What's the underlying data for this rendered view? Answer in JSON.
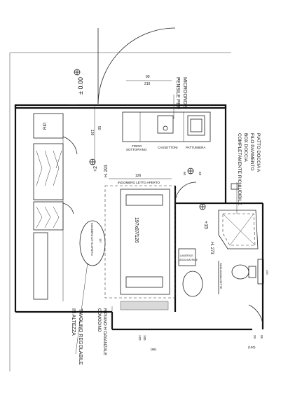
{
  "labels": {
    "level_main": "± 0.00",
    "pensile": "PENSILE PER",
    "microonde": "MICROONDE",
    "dim_90": "90",
    "dim_210": "210",
    "dim_130": "130",
    "dim_50": "50",
    "frigo": "FRIGO",
    "sottopiano": "SOTTOPIANO",
    "cassettoni": "CASSETTONI",
    "pattumiera": "PATTUMIERA",
    "rip": "RIP.",
    "h293": "H. 293",
    "plus2": "+2",
    "ingombro": "INGOMBRO LETTO APERTO",
    "dim_126": "126",
    "dim_60": "60",
    "dim_68": "68",
    "plus15": "+15",
    "bed": "197x87/126",
    "ingombro2": "INGOMBRO LETTO APERTO",
    "dim_187": "187",
    "h273": "H. 273",
    "lavatrice": "LAVATRICE",
    "asciugatrice": "ASCIUGATRICE",
    "piatto": "PIATTO DOCCIA A",
    "filo": "FILO PAVIMENTO",
    "box": "BOX DOCCIA",
    "richiudibile": "COMPLETAMENTE RICHIUDIBILE",
    "scaldasalviette": "SCALDASALVIETTE",
    "tavolino": "TAVOLINO REGOLABILE",
    "altezza": "IN ALTEZZA",
    "ripiano": "RIPIANO H DAVANZALE",
    "comodino": "COMODINO",
    "dim_100": "100",
    "dim_170": "170",
    "dim_96": "(96)",
    "dim_20": "20",
    "dim_95": "95",
    "dim_150": "(150)",
    "dim_150b": "150"
  },
  "colors": {
    "ink": "#111111",
    "fill": "#d9d9d9"
  }
}
